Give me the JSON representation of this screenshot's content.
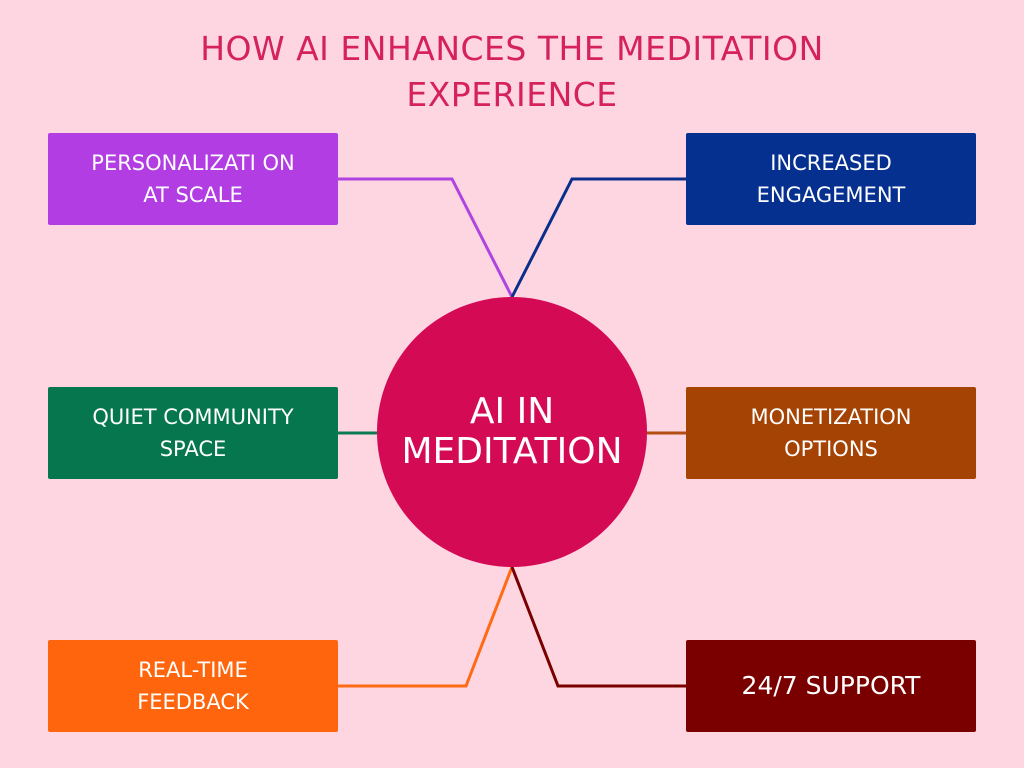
{
  "title": "HOW AI ENHANCES THE MEDITATION EXPERIENCE",
  "hub": {
    "label": "AI IN MEDITATION",
    "color": "#d50a55"
  },
  "nodes": {
    "personalization": {
      "label": "PERSONALIZATI ON AT SCALE",
      "color": "#b13de3",
      "line_color": "#b044e0"
    },
    "engagement": {
      "label": "INCREASED ENGAGEMENT",
      "color": "#05308f",
      "line_color": "#0a2f8a"
    },
    "quiet_community": {
      "label": "QUIET COMMUNITY SPACE",
      "color": "#05764e",
      "line_color": "#0a7a50"
    },
    "monetization": {
      "label": "MONETIZATION OPTIONS",
      "color": "#a44304",
      "line_color": "#b24c10"
    },
    "feedback": {
      "label": "REAL-TIME FEEDBACK",
      "color": "#fe650d",
      "line_color": "#ff6a14"
    },
    "support": {
      "label": "24/7 SUPPORT",
      "color": "#7a0000",
      "line_color": "#7a0000"
    }
  },
  "colors": {
    "background": "#fdd6e2",
    "title": "#d6215f"
  }
}
